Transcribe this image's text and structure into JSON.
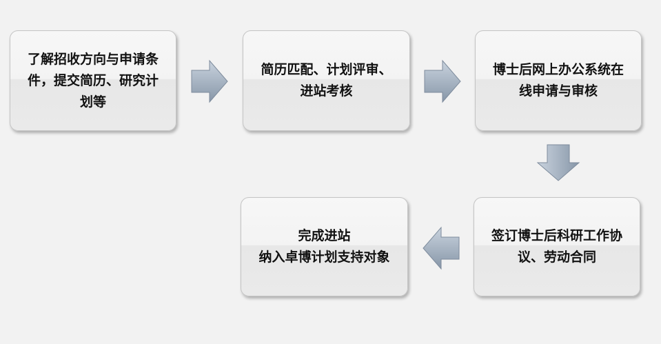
{
  "steps": [
    {
      "lines": [
        "了解招收方向与申请条",
        "件，提交简历、研究计",
        "划等"
      ]
    },
    {
      "lines": [
        "简历匹配、计划评审、",
        "进站考核"
      ]
    },
    {
      "lines": [
        "博士后网上办公系统在",
        "线申请与审核"
      ]
    },
    {
      "lines": [
        "签订博士后科研工作协",
        "议、劳动合同"
      ]
    },
    {
      "lines": [
        "完成进站",
        "纳入卓博计划支持对象"
      ]
    }
  ],
  "colors": {
    "arrow_top": "#c9d3de",
    "arrow_bottom": "#8796a8",
    "box_border": "#c4c4c4"
  }
}
